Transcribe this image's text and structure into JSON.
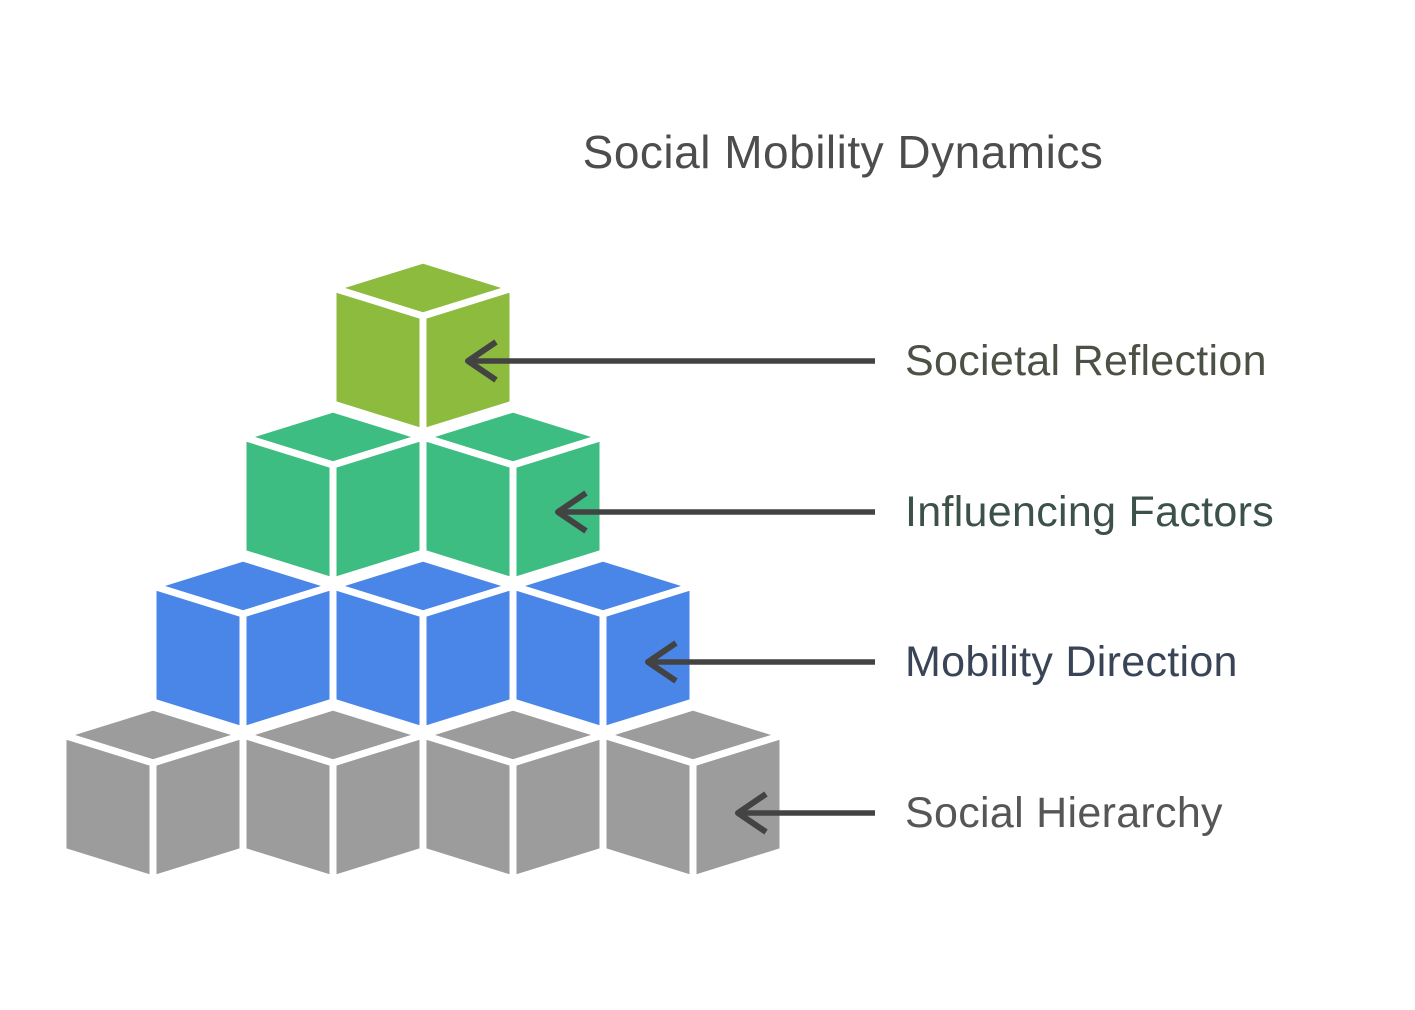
{
  "title": {
    "text": "Social Mobility Dynamics",
    "color": "#4d4d4d"
  },
  "diagram": {
    "background_color": "#ffffff",
    "cube_outline_color": "#ffffff",
    "arrow_color": "#434343",
    "levels": [
      {
        "label": "Societal Reflection",
        "cube_count": 1,
        "cube_color": "#8cbb3e",
        "label_color": "#4c5145"
      },
      {
        "label": "Influencing Factors",
        "cube_count": 2,
        "cube_color": "#3dbd81",
        "label_color": "#3c5248"
      },
      {
        "label": "Mobility Direction",
        "cube_count": 3,
        "cube_color": "#4a86e8",
        "label_color": "#3a4457"
      },
      {
        "label": "Social Hierarchy",
        "cube_count": 4,
        "cube_color": "#9c9c9c",
        "label_color": "#565656"
      }
    ]
  }
}
